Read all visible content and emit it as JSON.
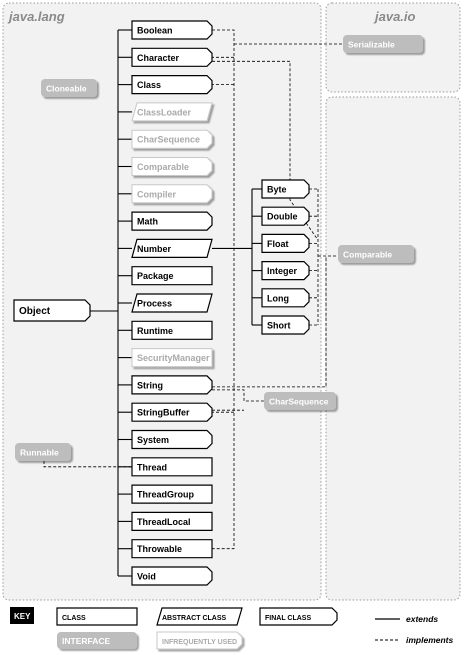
{
  "packages": {
    "lang": "java.lang",
    "io": "java.io"
  },
  "root": {
    "label": "Object",
    "style": "final"
  },
  "classes": [
    {
      "label": "Boolean",
      "style": "final"
    },
    {
      "label": "Character",
      "style": "final"
    },
    {
      "label": "Class",
      "style": "final"
    },
    {
      "label": "ClassLoader",
      "style": "faded-abstract"
    },
    {
      "label": "CharSequence",
      "style": "faded-final"
    },
    {
      "label": "Comparable",
      "style": "faded-final"
    },
    {
      "label": "Compiler",
      "style": "faded-final"
    },
    {
      "label": "Math",
      "style": "final"
    },
    {
      "label": "Number",
      "style": "abstract"
    },
    {
      "label": "Package",
      "style": "class"
    },
    {
      "label": "Process",
      "style": "abstract"
    },
    {
      "label": "Runtime",
      "style": "class"
    },
    {
      "label": "SecurityManager",
      "style": "faded-class"
    },
    {
      "label": "String",
      "style": "final"
    },
    {
      "label": "StringBuffer",
      "style": "final"
    },
    {
      "label": "System",
      "style": "final"
    },
    {
      "label": "Thread",
      "style": "class"
    },
    {
      "label": "ThreadGroup",
      "style": "class"
    },
    {
      "label": "ThreadLocal",
      "style": "class"
    },
    {
      "label": "Throwable",
      "style": "class"
    },
    {
      "label": "Void",
      "style": "final"
    }
  ],
  "number_subclasses": [
    {
      "label": "Byte",
      "style": "final"
    },
    {
      "label": "Double",
      "style": "final"
    },
    {
      "label": "Float",
      "style": "final"
    },
    {
      "label": "Integer",
      "style": "final"
    },
    {
      "label": "Long",
      "style": "final"
    },
    {
      "label": "Short",
      "style": "final"
    }
  ],
  "interfaces": {
    "serializable": "Serializable",
    "cloneable": "Cloneable",
    "comparable": "Comparable",
    "charsequence": "CharSequence",
    "runnable": "Runnable"
  },
  "key": {
    "title": "KEY",
    "class": "CLASS",
    "abstract_class": "ABSTRACT CLASS",
    "final_class": "FINAL CLASS",
    "interface": "INTERFACE",
    "infrequently_used": "INFREQUENTLY USED",
    "extends": "extends",
    "implements": "implements"
  },
  "colors": {
    "line": "#000000",
    "faded": "#aaaaaa",
    "interface_fill": "#bdbdbd",
    "interface_text": "#ffffff",
    "package_border": "#9a9a9a",
    "package_fill": "#f2f2f2"
  }
}
